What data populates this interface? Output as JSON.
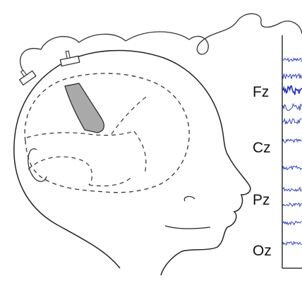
{
  "diagram": {
    "channels": [
      {
        "label": "Fz"
      },
      {
        "label": "Cz"
      },
      {
        "label": "Pz"
      },
      {
        "label": "Oz"
      }
    ],
    "colors": {
      "outline": "#222222",
      "regions_dashed": "#333333",
      "highlight_region": "#a9a9a9",
      "eeg_trace": "#1f2fd0",
      "axis": "#111111"
    },
    "icons": [
      "electrode-icon",
      "wire-icon",
      "head-outline-icon",
      "brain-outline-icon"
    ]
  }
}
